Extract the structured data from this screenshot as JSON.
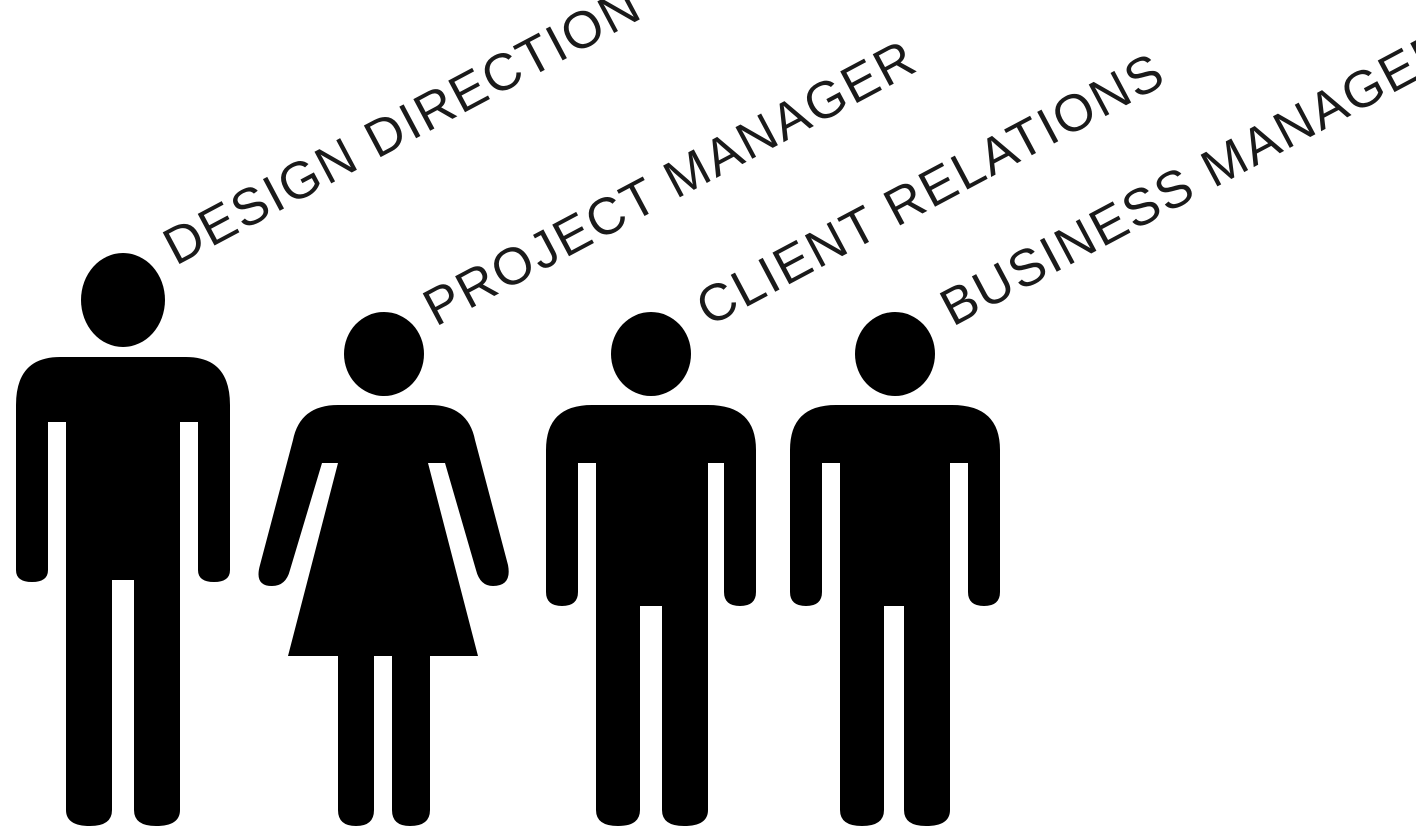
{
  "figures": [
    {
      "role": "DESIGN DIRECTION",
      "icon": "man-figure-icon"
    },
    {
      "role": "PROJECT MANAGER",
      "icon": "woman-figure-icon"
    },
    {
      "role": "CLIENT RELATIONS",
      "icon": "man-figure-icon"
    },
    {
      "role": "BUSINESS MANAGER",
      "icon": "man-figure-icon"
    }
  ],
  "colors": {
    "background": "#ffffff",
    "figure": "#000000",
    "text": "#1a1a1a"
  }
}
